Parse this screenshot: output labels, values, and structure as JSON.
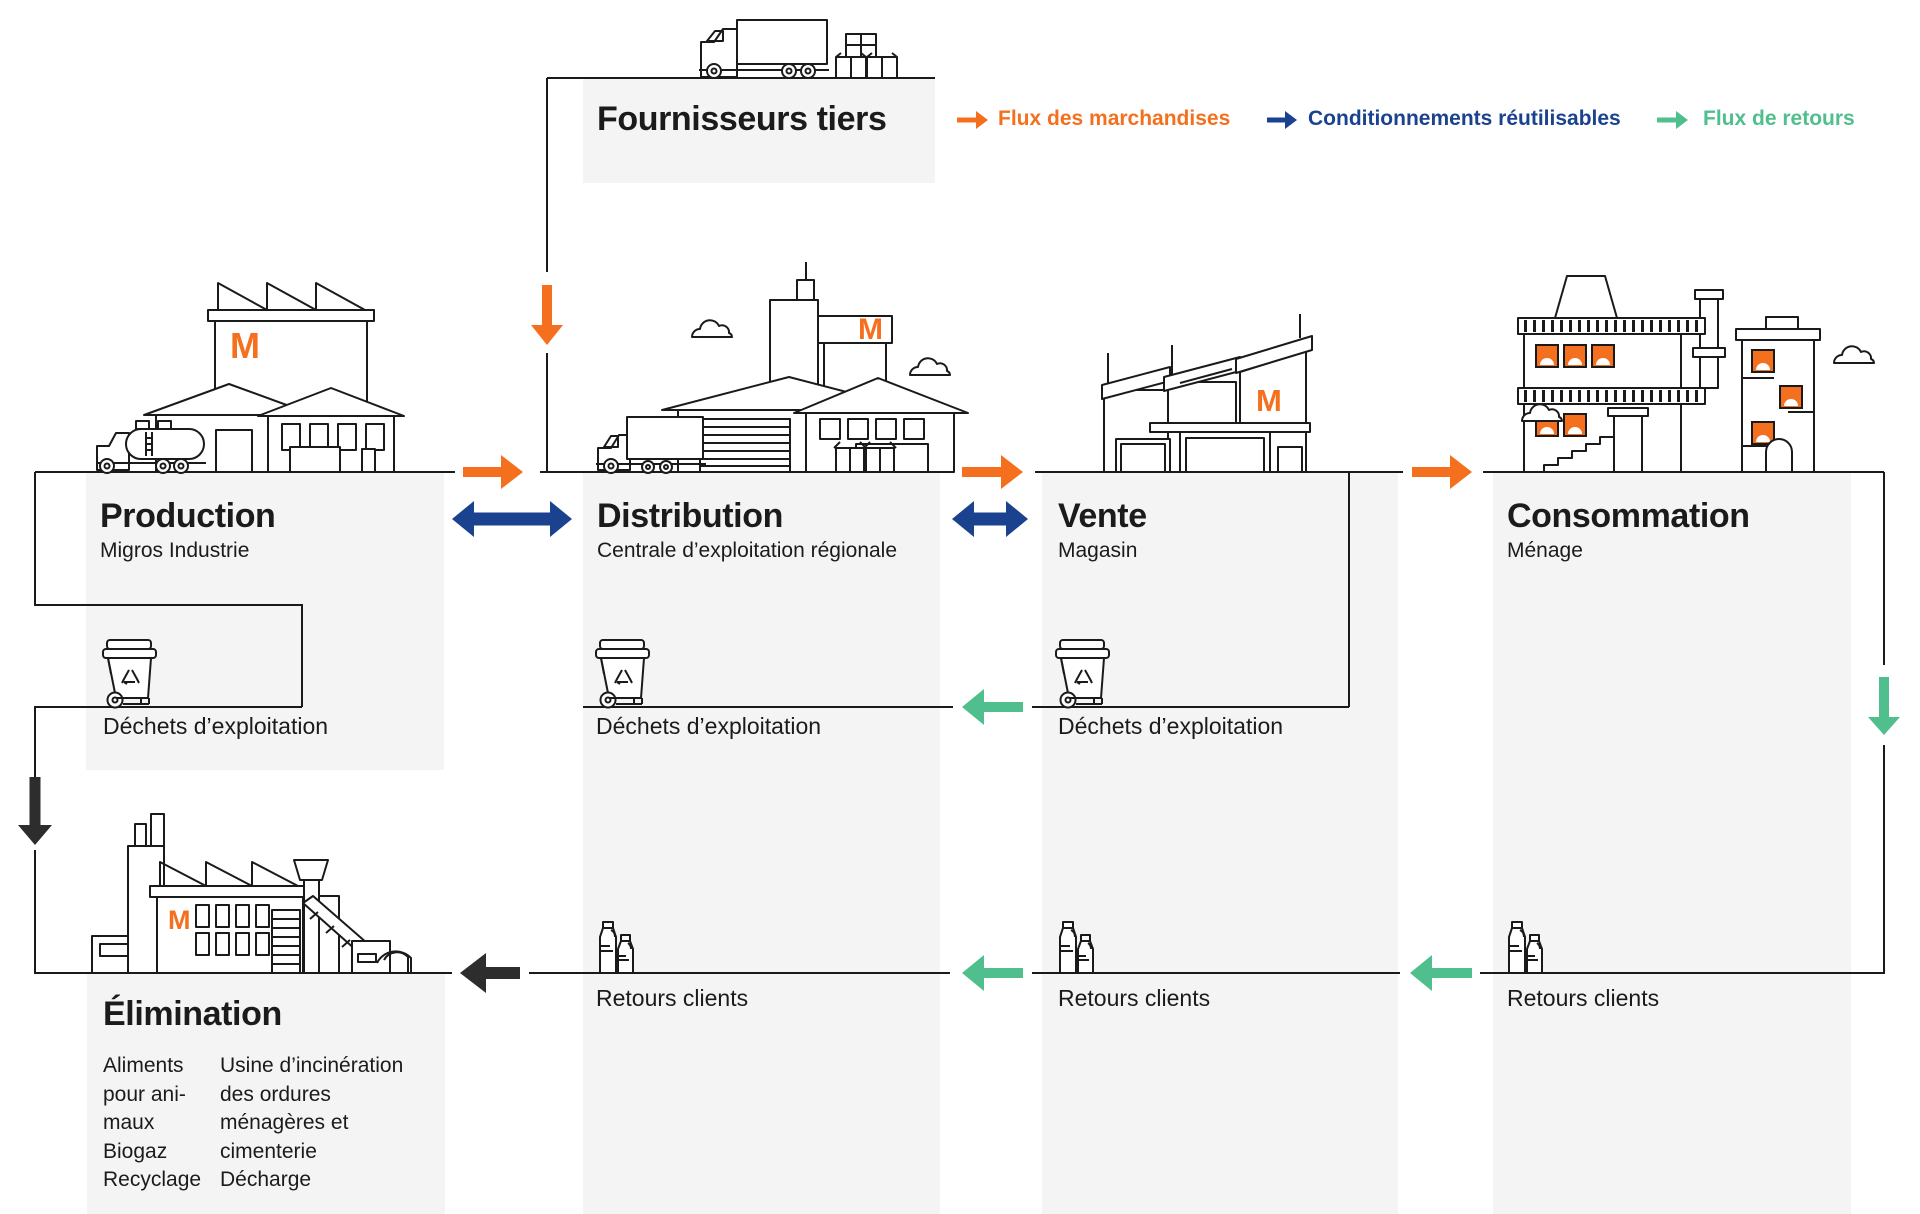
{
  "colors": {
    "orange": "#F4701E",
    "blue": "#1A428F",
    "green": "#50BE8D",
    "black_arrow": "#2D2D2D",
    "line": "#1A1A1A",
    "box_bg": "#F4F4F4",
    "text": "#1B1B1B"
  },
  "legend": [
    {
      "label": "Flux des marchandises",
      "color": "orange"
    },
    {
      "label": "Conditionnements réutilisables",
      "color": "blue"
    },
    {
      "label": "Flux de retours",
      "color": "green"
    }
  ],
  "logo": {
    "m": "M"
  },
  "labels": {
    "waste": "Déchets d’exploitation",
    "returns": "Retours clients"
  },
  "nodes": {
    "fournisseurs": {
      "title": "Fournisseurs tiers"
    },
    "production": {
      "title": "Production",
      "subtitle": "Migros Industrie"
    },
    "distribution": {
      "title": "Distribution",
      "subtitle": "Centrale d’exploitation régionale"
    },
    "vente": {
      "title": "Vente",
      "subtitle": "Magasin"
    },
    "consommation": {
      "title": "Consommation",
      "subtitle": "Ménage"
    },
    "elimination": {
      "title": "Élimination",
      "outputs_col1": [
        "Aliments",
        "pour ani-",
        "maux",
        "Biogaz",
        "Recyclage"
      ],
      "outputs_col2": [
        "Usine d’incinération",
        "des ordures",
        "ménagères et",
        "cimenterie",
        "Décharge"
      ]
    }
  }
}
